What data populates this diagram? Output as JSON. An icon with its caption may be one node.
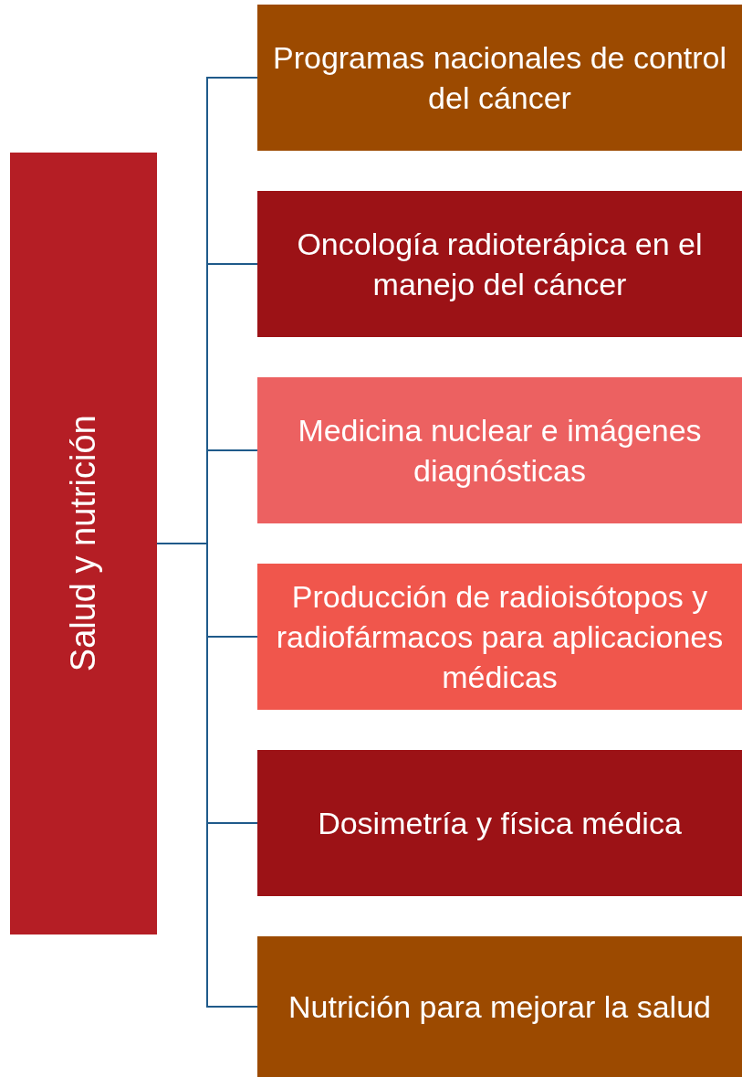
{
  "diagram": {
    "nodes": [
      {
        "text": [
          "Salud y nutrición"
        ]
      },
      {
        "text": [
          "Programas nacionales de control del cáncer"
        ]
      },
      {
        "text": [
          "Oncología radioterápica en el manejo del cáncer"
        ]
      },
      {
        "text": [
          "Medicina nuclear e imágenes diagnósticas"
        ]
      },
      {
        "text": [
          "Producción de radioisótopos y radiofármacos para aplicaciones médicas"
        ]
      },
      {
        "text": [
          "Dosimetría y física médica"
        ]
      },
      {
        "text": [
          "Nutrición para mejorar la salud"
        ]
      }
    ],
    "edges": [
      {
        "from": 0,
        "to": 1,
        "arrow": "none"
      },
      {
        "from": 0,
        "to": 2,
        "arrow": "none"
      },
      {
        "from": 0,
        "to": 3,
        "arrow": "none"
      },
      {
        "from": 0,
        "to": 4,
        "arrow": "none"
      },
      {
        "from": 0,
        "to": 5,
        "arrow": "none"
      },
      {
        "from": 0,
        "to": 6,
        "arrow": "none"
      }
    ]
  }
}
